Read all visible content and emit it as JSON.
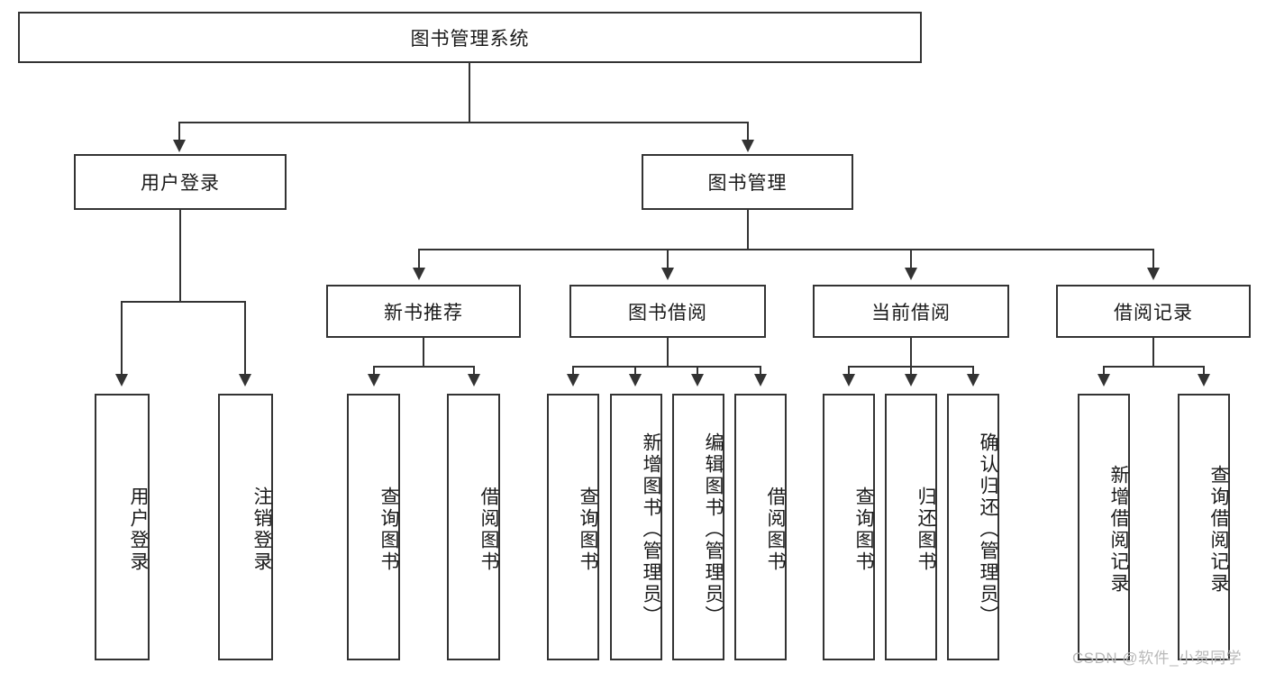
{
  "diagram": {
    "type": "tree",
    "title": "图书管理系统",
    "root": {
      "label": "图书管理系统"
    },
    "level2": [
      {
        "label": "用户登录"
      },
      {
        "label": "图书管理"
      }
    ],
    "level3": [
      {
        "label": "新书推荐"
      },
      {
        "label": "图书借阅"
      },
      {
        "label": "当前借阅"
      },
      {
        "label": "借阅记录"
      }
    ],
    "leaves": {
      "user_login": [
        {
          "label": "用户登录"
        },
        {
          "label": "注销登录"
        }
      ],
      "new_book_recommend": [
        {
          "label": "查询图书"
        },
        {
          "label": "借阅图书"
        }
      ],
      "book_borrow": [
        {
          "label": "查询图书"
        },
        {
          "label": "新增图书（管理员）"
        },
        {
          "label": "编辑图书（管理员）"
        },
        {
          "label": "借阅图书"
        }
      ],
      "current_borrow": [
        {
          "label": "查询图书"
        },
        {
          "label": "归还图书"
        },
        {
          "label": "确认归还（管理员）"
        }
      ],
      "borrow_record": [
        {
          "label": "新增借阅记录"
        },
        {
          "label": "查询借阅记录"
        }
      ]
    }
  },
  "watermark": {
    "text": "CSDN @软件_小贺同学"
  },
  "colors": {
    "stroke": "#333333",
    "fill": "#ffffff",
    "text": "#1a1a1a",
    "watermark": "#b9b9b9"
  }
}
